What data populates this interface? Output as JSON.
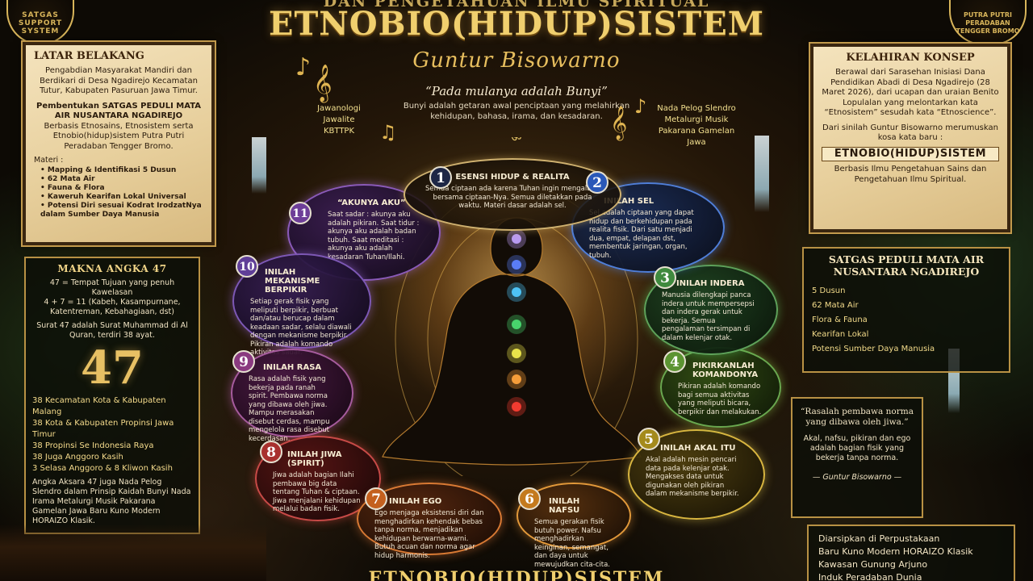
{
  "header": {
    "clipped_line": "DAN PENGETAHUAN ILMU SPIRITUAL",
    "title": "ETNOBIO(HIDUP)SISTEM",
    "author": "Guntur Bisowarno",
    "quote_title": "“Pada mulanya adalah Bunyi”",
    "quote_text": "Bunyi adalah getaran awal penciptaan yang melahirkan kehidupan, bahasa, irama, dan kesadaran."
  },
  "logos": {
    "left": "SATGAS SUPPORT SYSTEM",
    "right_line1": "PUTRA PUTRI",
    "right_line2": "PERADABAN",
    "right_line3": "TENGGER BROMO"
  },
  "captions": {
    "left": [
      "Jawanologi",
      "Jawalite",
      "KBTTPK"
    ],
    "right": [
      "Nada Pelog Slendro",
      "Metalurgi Musik",
      "Pakarana Gamelan",
      "Jawa"
    ]
  },
  "latar": {
    "title": "LATAR BELAKANG",
    "p1": "Pengabdian Masyarakat Mandiri dan Berdikari di Desa Ngadirejo Kecamatan Tutur, Kabupaten Pasuruan Jawa Timur.",
    "p2_intro": "Pembentukan SATGAS PEDULI MATA AIR NUSANTARA NGADIREJO",
    "p2_rest": "Berbasis Etnosains, Etnosistem serta Etnobio(hidup)sistem Putra Putri Peradaban Tengger Bromo.",
    "materi_label": "Materi :",
    "materi": [
      "Mapping & Identifikasi 5 Dusun",
      "62 Mata Air",
      "Fauna & Flora",
      "Kaweruh Kearifan Lokal Universal",
      "Potensi Diri sesuai Kodrat IrodzatNya dalam Sumber Daya Manusia"
    ]
  },
  "makna": {
    "title": "MAKNA ANGKA 47",
    "p1": "47 = Tempat Tujuan yang penuh Kawelasan",
    "p2": "4 + 7 = 11 (Kabeh, Kasampurnane, Katentreman, Kebahagiaan, dst)",
    "p3": "Surat 47 adalah Surat Muhammad di Al Quran, terdiri 38 ayat.",
    "big_number": "47",
    "list": [
      "38 Kecamatan Kota & Kabupaten Malang",
      "38 Kota & Kabupaten Propinsi Jawa Timur",
      "38 Propinsi Se Indonesia Raya",
      "38 Juga Anggoro Kasih",
      "3 Selasa Anggoro & 8 Kliwon Kasih"
    ],
    "closing": "Angka Aksara 47 juga Nada Pelog Slendro dalam Prinsip Kaidah Bunyi Nada Irama Metalurgi Musik Pakarana Gamelan Jawa Baru Kuno Modern HORAIZO Klasik."
  },
  "konsep": {
    "title": "KELAHIRAN KONSEP",
    "p1": "Berawal dari Sarasehan Inisiasi Dana Pendidikan Abadi di Desa Ngadirejo (28 Maret 2026), dari ucapan dan uraian Benito Lopulalan yang melontarkan kata “Etnosistem” sesudah kata “Etnoscience”.",
    "p2": "Dari sinilah Guntur Bisowarno merumuskan kosa kata baru :",
    "highlight": "ETNOBIO(HIDUP)SISTEM",
    "p3": "Berbasis Ilmu Pengetahuan Sains dan Pengetahuan Ilmu Spiritual."
  },
  "satgas": {
    "title": "SATGAS PEDULI MATA AIR NUSANTARA NGADIREJO",
    "items": [
      "5 Dusun",
      "62 Mata Air",
      "Flora & Fauna",
      "Kearifan Lokal",
      "Potensi Sumber Daya Manusia"
    ]
  },
  "rasa_quote": {
    "quote": "“Rasalah pembawa norma yang dibawa oleh jiwa.”",
    "text": "Akal, nafsu, pikiran dan ego adalah bagian fisik yang bekerja tanpa norma.",
    "signature": "— Guntur Bisowarno —"
  },
  "arsip": {
    "lines": [
      "Diarsipkan di Perpustakaan",
      "Baru Kuno Modern HORAIZO Klasik",
      "Kawasan Gunung Arjuno",
      "Induk Peradaban Dunia"
    ]
  },
  "footer": {
    "title": "ETNOBIO(HIDUP)SISTEM"
  },
  "bubbles": [
    {
      "num": "1",
      "title": "ESENSI HIDUP & REALITA",
      "text": "Semua ciptaan ada karena Tuhan ingin mengalami bersama ciptaan-Nya. Semua diletakkan pada waktu. Materi dasar adalah sel."
    },
    {
      "num": "2",
      "title": "INILAH SEL",
      "text": "Sel adalah ciptaan yang dapat hidup dan berkehidupan pada realita fisik. Dari satu menjadi dua, empat, delapan dst, membentuk jaringan, organ, tubuh."
    },
    {
      "num": "3",
      "title": "INILAH INDERA",
      "text": "Manusia dilengkapi panca indera untuk mempersepsi dan indera gerak untuk bekerja. Semua pengalaman tersimpan di dalam kelenjar otak."
    },
    {
      "num": "4",
      "title": "PIKIRKANLAH KOMANDONYA",
      "text": "Pikiran adalah komando bagi semua aktivitas yang meliputi bicara, berpikir dan melakukan."
    },
    {
      "num": "5",
      "title": "INILAH AKAL ITU",
      "text": "Akal adalah mesin pencari data pada kelenjar otak. Mengakses data untuk digunakan oleh pikiran dalam mekanisme berpikir."
    },
    {
      "num": "6",
      "title": "INILAH NAFSU",
      "text": "Semua gerakan fisik butuh power. Nafsu menghadirkan keinginan, semangat, dan daya untuk mewujudkan cita-cita."
    },
    {
      "num": "7",
      "title": "INILAH EGO",
      "text": "Ego menjaga eksistensi diri dan menghadirkan kehendak bebas tanpa norma, menjadikan kehidupan berwarna-warni. Butuh acuan dan norma agar hidup harmonis."
    },
    {
      "num": "8",
      "title": "INILAH JIWA (SPIRIT)",
      "text": "Jiwa adalah bagian Ilahi pembawa big data tentang Tuhan & ciptaan. Jiwa menjalani kehidupan melalui badan fisik."
    },
    {
      "num": "9",
      "title": "INILAH RASA",
      "text": "Rasa adalah fisik yang bekerja pada ranah spirit. Pembawa norma yang dibawa oleh jiwa. Mampu merasakan disebut cerdas, mampu mengelola rasa disebut kecerdasan."
    },
    {
      "num": "10",
      "title": "INILAH MEKANISME BERPIKIR",
      "text": "Setiap gerak fisik yang meliputi berpikir, berbuat dan/atau berucap dalam keadaan sadar, selalu diawali dengan mekanisme berpikir. Pikiran adalah komando aktivitas sadar."
    },
    {
      "num": "11",
      "title": "“AKUNYA AKU”",
      "text": "Saat sadar : akunya aku adalah pikiran. Saat tidur : akunya aku adalah badan tubuh. Saat meditasi : akunya aku adalah kesadaran Tuhan/Ilahi."
    }
  ],
  "colors": {
    "gold": "#f0cf6e",
    "chakra": [
      "#b99af0",
      "#5a7df5",
      "#4ec3f5",
      "#48d46c",
      "#e8e24a",
      "#f59d3a",
      "#f23b30"
    ]
  },
  "icons": {
    "note": "music-note-icon",
    "om": "om-symbol-icon"
  }
}
